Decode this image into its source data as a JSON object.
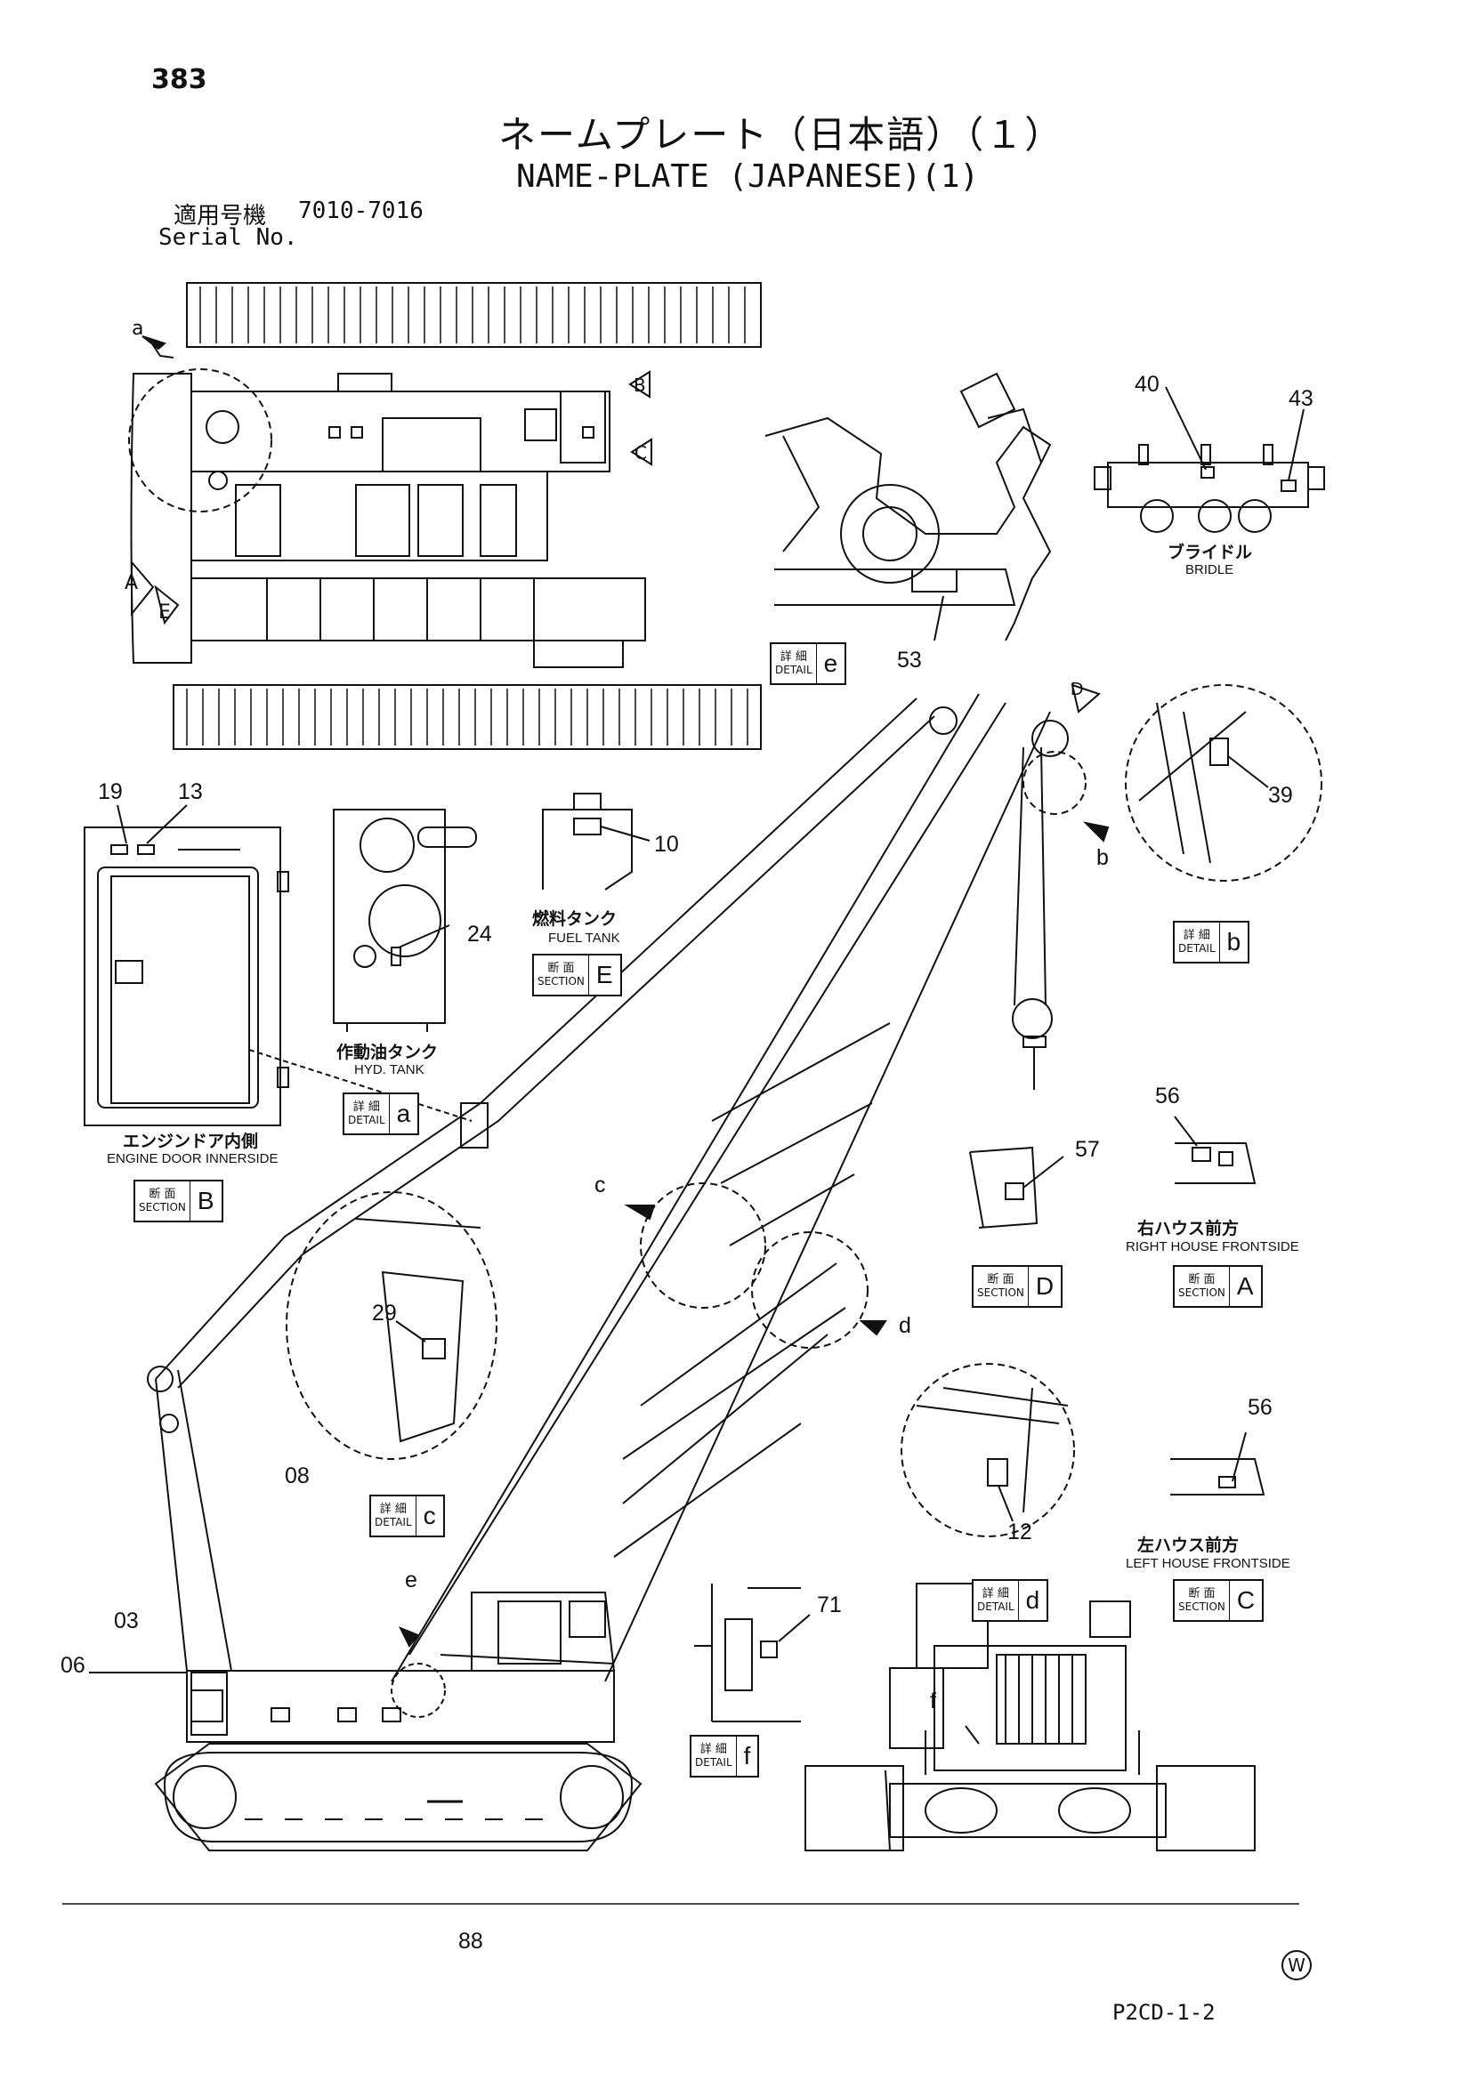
{
  "page_number": "383",
  "title_jp": "ネームプレート（日本語）（１）",
  "title_en": "NAME-PLATE (JAPANESE)(1)",
  "serial": {
    "label_jp": "適用号機",
    "range": "7010-7016",
    "label_en": "Serial No."
  },
  "callouts": [
    "03",
    "06",
    "08",
    "10",
    "12",
    "13",
    "19",
    "24",
    "29",
    "39",
    "40",
    "43",
    "53",
    "56",
    "56",
    "57",
    "71",
    "88"
  ],
  "detail_letters": [
    "a",
    "b",
    "c",
    "d",
    "e",
    "f"
  ],
  "section_letters": [
    "A",
    "B",
    "C",
    "D",
    "E"
  ],
  "captions": {
    "bridle": {
      "jp": "ブライドル",
      "en": "BRIDLE"
    },
    "engine_door": {
      "jp": "エンジンドア内側",
      "en": "ENGINE DOOR INNERSIDE"
    },
    "fuel_tank": {
      "jp": "燃料タンク",
      "en": "FUEL TANK"
    },
    "hyd_tank": {
      "jp": "作動油タンク",
      "en": "HYD. TANK"
    },
    "right_house": {
      "jp": "右ハウス前方",
      "en": "RIGHT HOUSE FRONTSIDE"
    },
    "left_house": {
      "jp": "左ハウス前方",
      "en": "LEFT HOUSE FRONTSIDE"
    }
  },
  "tags": {
    "detail_jp": "詳 細",
    "detail_en": "DETAIL",
    "section_jp": "断 面",
    "section_en": "SECTION"
  },
  "drawing_code": "P2CD-1-2",
  "logo_letter": "W"
}
